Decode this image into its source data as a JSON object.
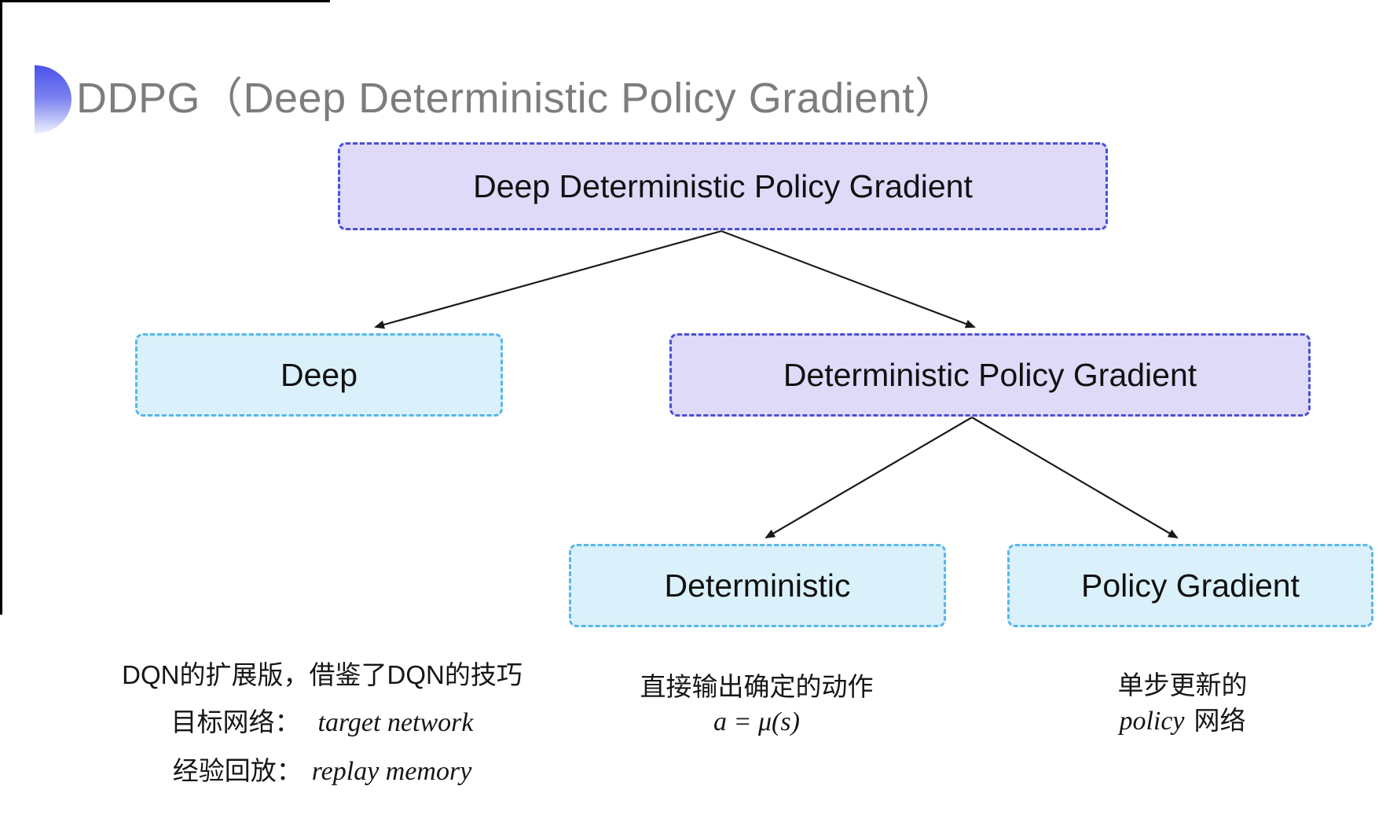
{
  "slide": {
    "title": "DDPG（Deep Deterministic Policy Gradient）"
  },
  "tree": {
    "root": {
      "label": "Deep Deterministic Policy Gradient"
    },
    "deep": {
      "label": "Deep"
    },
    "dpg": {
      "label": "Deterministic Policy Gradient"
    },
    "det": {
      "label": "Deterministic"
    },
    "pg": {
      "label": "Policy Gradient"
    }
  },
  "notes": {
    "deep": {
      "line1": "DQN的扩展版，借鉴了DQN的技巧",
      "line2_zh": "目标网络：",
      "line2_en": "target network",
      "line3_zh": "经验回放：",
      "line3_en": "replay memory"
    },
    "det": {
      "line1": "直接输出确定的动作",
      "line2": "a = μ(s)"
    },
    "pg": {
      "line1": "单步更新的",
      "line2_en": "policy",
      "line2_zh": "网络"
    }
  },
  "colors": {
    "purple_fill": "#dedaf8",
    "purple_border": "#4a50d4",
    "cyan_fill": "#daf1fb",
    "cyan_border": "#57b7e9",
    "title_text": "#7d7d7d",
    "node_text": "#111111",
    "arrow": "#1a1a1a",
    "bullet_gradient_top": "#4b53ea",
    "bullet_gradient_bottom": "#eef0fe",
    "frame_edge": "#000000"
  }
}
